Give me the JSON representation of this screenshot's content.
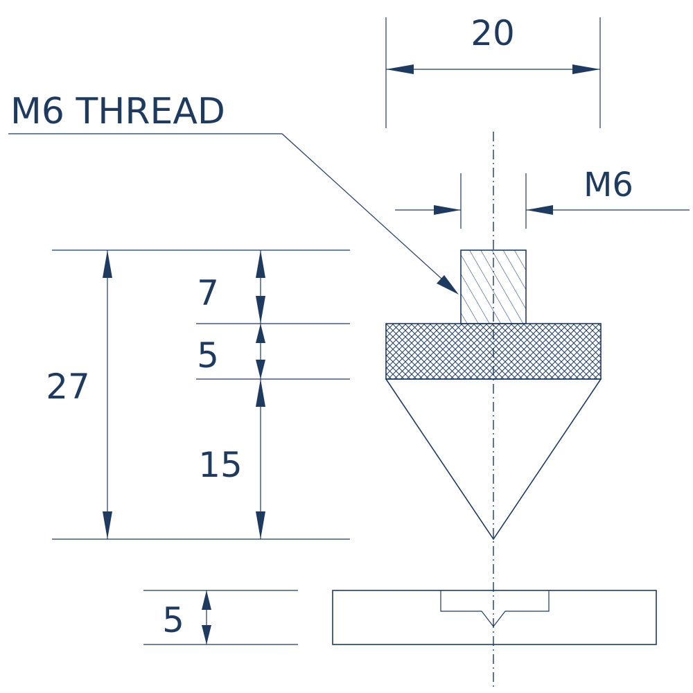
{
  "drawing": {
    "thread_callout": "M6 THREAD",
    "dimensions": {
      "top_width": "20",
      "thread_dia": "M6",
      "overall_height": "27",
      "thread_height": "7",
      "body_height": "5",
      "cone_height": "15",
      "base_height": "5"
    }
  },
  "colors": {
    "line": "#1e3a5f",
    "background": "#ffffff"
  }
}
